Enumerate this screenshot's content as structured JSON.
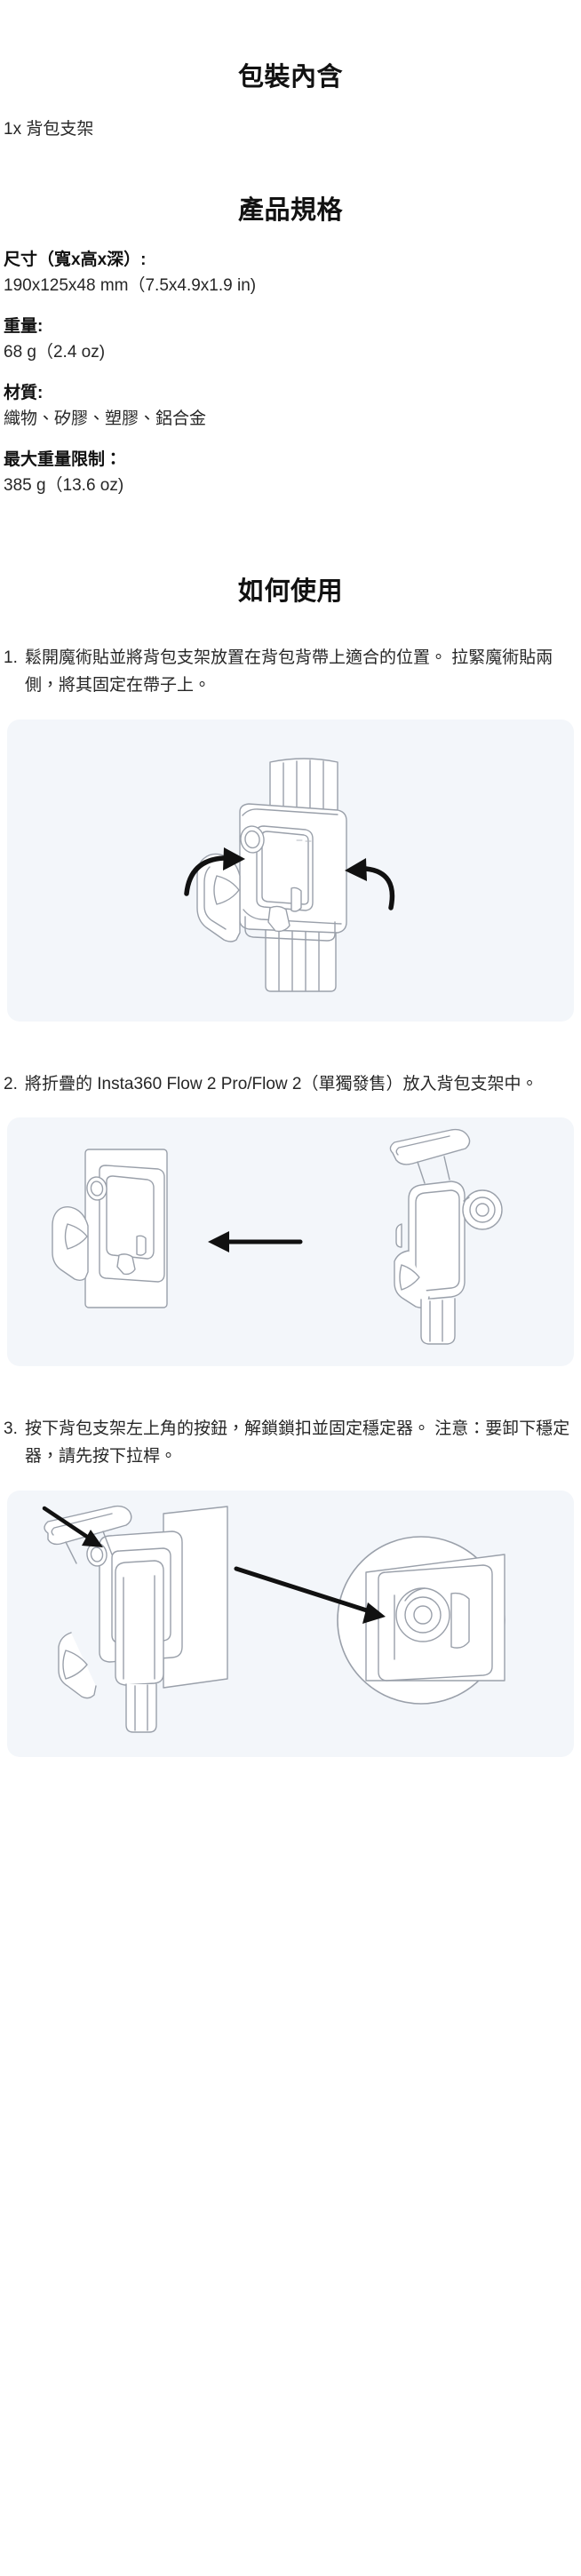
{
  "package": {
    "title": "包裝內含",
    "items": [
      "1x 背包支架"
    ]
  },
  "specs": {
    "title": "產品規格",
    "rows": [
      {
        "label": "尺寸（寬x高x深）:",
        "value": "190x125x48 mm（7.5x4.9x1.9 in)"
      },
      {
        "label": "重量:",
        "value": "68 g（2.4 oz)"
      },
      {
        "label": "材質:",
        "value": "織物、矽膠、塑膠、鋁合金"
      },
      {
        "label": "最大重量限制：",
        "value": "385 g（13.6 oz)"
      }
    ]
  },
  "howto": {
    "title": "如何使用",
    "steps": [
      {
        "number": "1.",
        "text": "鬆開魔術貼並將背包支架放置在背包背帶上適合的位置。 拉緊魔術貼兩側，將其固定在帶子上。",
        "illustration": "backpack-strap-velcro-wrap-illustration"
      },
      {
        "number": "2.",
        "text": "將折疊的 Insta360 Flow 2 Pro/Flow 2（單獨發售）放入背包支架中。",
        "illustration": "insert-folded-gimbal-into-mount-illustration"
      },
      {
        "number": "3.",
        "text": "按下背包支架左上角的按鈕，解鎖鎖扣並固定穩定器。 注意：要卸下穩定器，請先按下拉桿。",
        "illustration": "press-button-unlock-latch-illustration"
      }
    ]
  },
  "style": {
    "panel_bg": "#f3f6fa",
    "line_color": "#8b8f99",
    "arrow_color": "#111111",
    "text_color": "#262626",
    "heading_color": "#111111"
  }
}
